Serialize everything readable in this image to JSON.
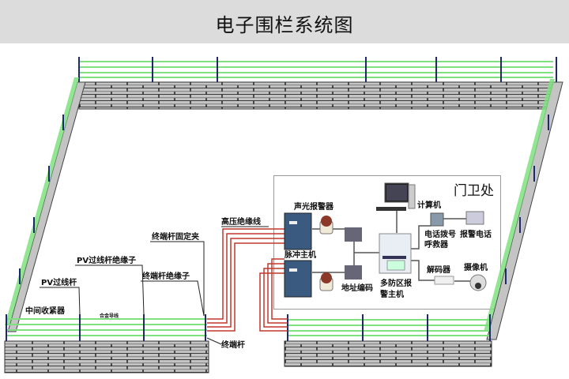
{
  "title": "电子围栏系统图",
  "guardhouse": {
    "title": "门卫处",
    "devices": {
      "computer": "计算机",
      "sound_light_alarm": "声光报警器",
      "pulse_host": "脉冲主机",
      "address_encoder": "地址编码",
      "multi_zone_host_line1": "多防区报",
      "multi_zone_host_line2": "警主机",
      "phone_dialer_line1": "电话拨号",
      "phone_dialer_line2": "呼救器",
      "alarm_phone": "报警电话",
      "decoder": "解码器",
      "camera": "摄像机"
    }
  },
  "fence_labels": {
    "hv_cable": "高压绝缘线",
    "terminal_post_clamp": "终端杆固定夹",
    "pv_post_insulator": "PV过线杆绝缘子",
    "terminal_post_insulator": "终端杆绝缘子",
    "pv_post": "PV过线杆",
    "middle_tensioner": "中间收紧器",
    "alloy_wire": "合金导线",
    "terminal_post": "终端杆"
  },
  "colors": {
    "wire": "#7fe07f",
    "cable": "#c0392b",
    "brick": "#c4c4c4",
    "mortar": "#3a3a3a",
    "post": "#1a2a6a"
  }
}
